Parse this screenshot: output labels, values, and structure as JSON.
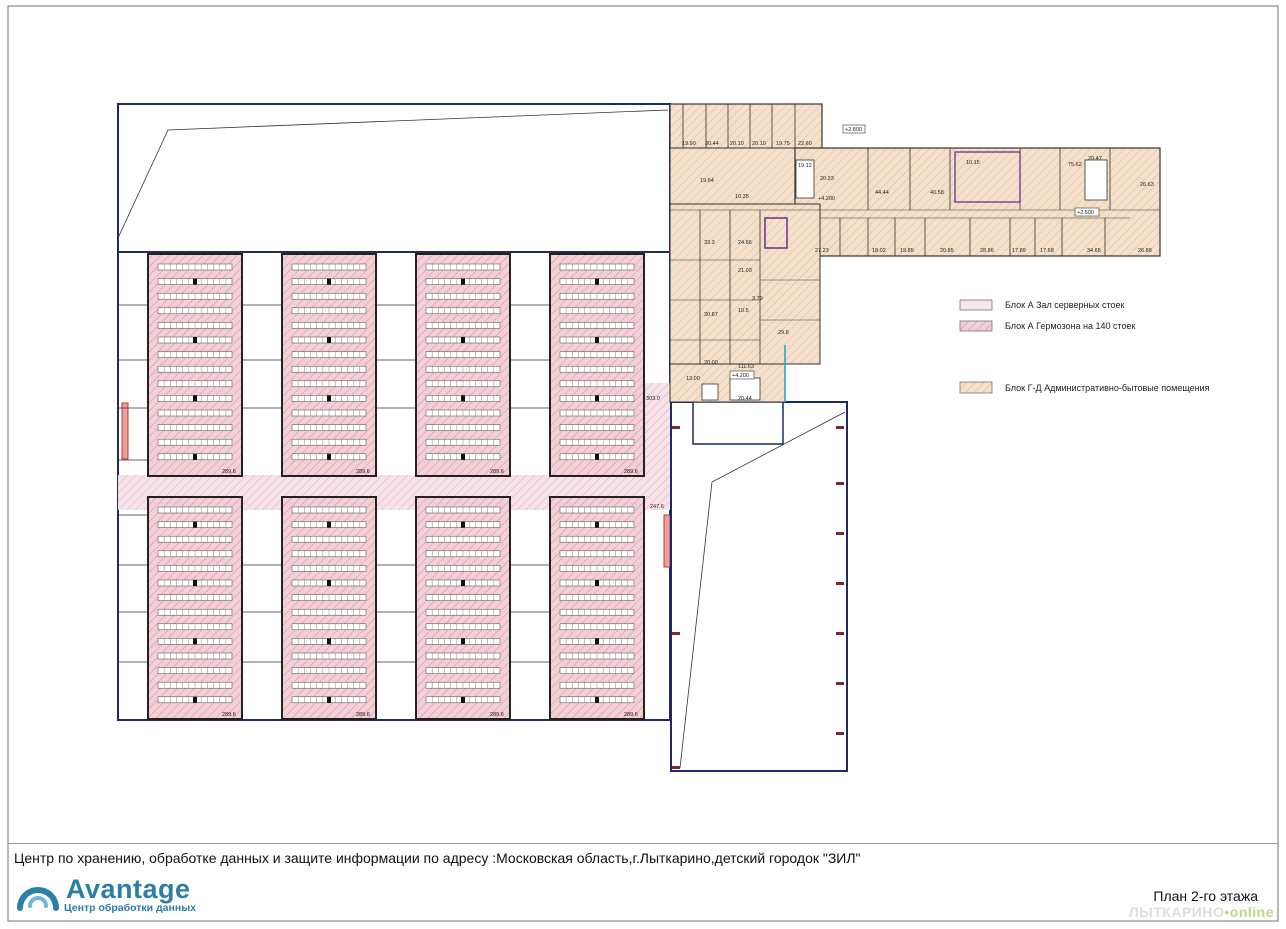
{
  "legend": {
    "items": [
      {
        "label": "Блок А  Зал серверных стоек",
        "color": "#f6e6ee"
      },
      {
        "label": "Блок А  Гермозона на 140 стоек",
        "color": "#f2c9cf"
      },
      {
        "label": "Блок Г-Д   Административно-бытовые помещения",
        "color": "#f3dcc3"
      }
    ]
  },
  "caption": "Центр по хранению, обработке данных и защите информации по адресу :Московская область,г.Лыткарино,детский городок \"ЗИЛ\"",
  "plan_title": "План 2-го этажа",
  "logo": {
    "name": "Avantage",
    "subtitle": "Центр обработки данных"
  },
  "watermark": {
    "main": "ЛЫТКАРИНО",
    "dot": "•",
    "suffix": "online"
  },
  "colors": {
    "wall": "#1a2a6c",
    "hall_fill": "#f6e6ee",
    "zone_fill": "#f2c9cf",
    "admin_fill": "#f3dcc3",
    "accent_red": "#c0392b",
    "brand": "#2b7fa6"
  },
  "plan_labels": {
    "halls_top": [
      "289.6",
      "289.6",
      "289.6",
      "289.6"
    ],
    "halls_bottom": [
      "289.6",
      "289.6",
      "289.6",
      "289.6"
    ],
    "corridor_top": "303.0",
    "corridor_right": "247.6",
    "elevations": [
      "+2.800",
      "+4.200",
      "+2.500",
      "+4.200"
    ],
    "admin_rooms_top": [
      "19.90",
      "30.44",
      "20.10",
      "20.10",
      "19.75",
      "22.60"
    ],
    "admin_rooms_middle": [
      "19.64",
      "10.35",
      "19.12",
      "20.23",
      "44.44",
      "40.58",
      "10.15",
      "75.62",
      "20.47",
      "26.63"
    ],
    "admin_rooms_lower": [
      "27.23",
      "18.02",
      "19.85",
      "20.85",
      "28.86",
      "17.89",
      "17.68",
      "34.65",
      "26.88"
    ],
    "admin_rooms_left": [
      "33.3",
      "24.66",
      "21.03",
      "30.87",
      "20.00",
      "10.5",
      "3.79",
      "29.8",
      "111.63"
    ],
    "stair_labels": [
      "13.00",
      "20.44"
    ]
  }
}
